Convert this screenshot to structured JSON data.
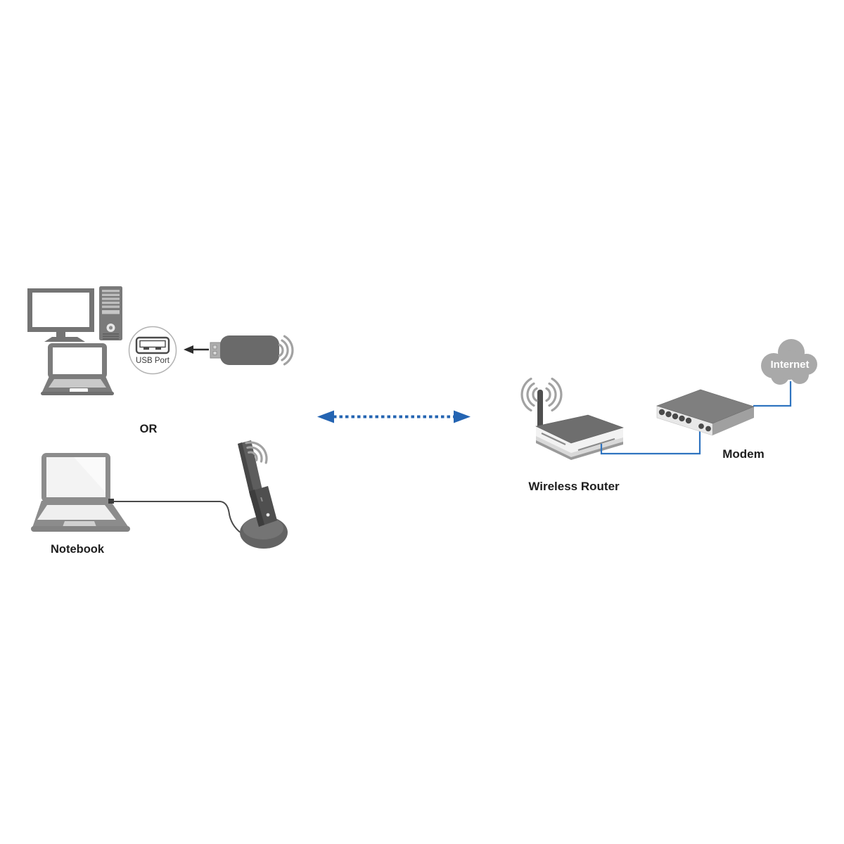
{
  "diagram": {
    "description": "Wireless USB adapter network connection diagram",
    "labels": {
      "usb_port": "USB Port",
      "or": "OR",
      "notebook": "Notebook",
      "wireless_router": "Wireless Router",
      "modem": "Modem",
      "internet": "Internet"
    },
    "colors": {
      "device_gray": "#7a7a7a",
      "device_light": "#c9c9c9",
      "adapter_gray": "#6a6a6a",
      "wave_gray": "#a2a2a2",
      "cloud_gray": "#a9a9a9",
      "cable_blue": "#2f74c0",
      "arrow_blue": "#2464b2",
      "arrow_black": "#2c2c2c",
      "label_black": "#1e1e1e"
    },
    "icons": {
      "wifi_signal": "concentric-arc-waves",
      "usb_port": "usb-connector-socket",
      "internet": "cloud",
      "link": "dashed-double-arrow"
    },
    "connections": [
      {
        "from": "usb-adapter",
        "to": "usb-port",
        "style": "black-arrow"
      },
      {
        "from": "notebook",
        "to": "cradle-adapter",
        "style": "usb-cable"
      },
      {
        "from": "adapters",
        "to": "wireless-router",
        "style": "blue-dashed-double-arrow"
      },
      {
        "from": "wireless-router",
        "to": "modem",
        "style": "blue-cable"
      },
      {
        "from": "modem",
        "to": "internet",
        "style": "blue-cable"
      }
    ]
  }
}
